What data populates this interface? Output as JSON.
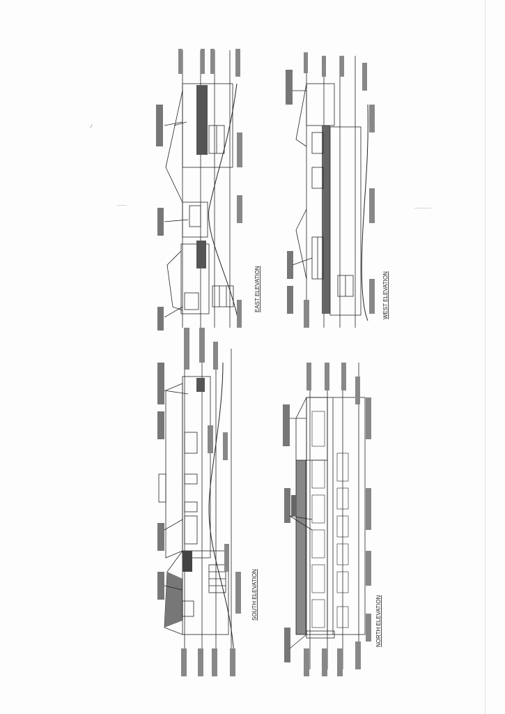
{
  "drawing": {
    "elevations": [
      {
        "id": "east",
        "title": "EAST ELEVATION"
      },
      {
        "id": "west",
        "title": "WEST ELEVATION"
      },
      {
        "id": "south",
        "title": "SOUTH ELEVATION"
      },
      {
        "id": "north",
        "title": "NORTH ELEVATION"
      }
    ],
    "line_color": "#222222",
    "paper_color": "#fdfdfd"
  }
}
